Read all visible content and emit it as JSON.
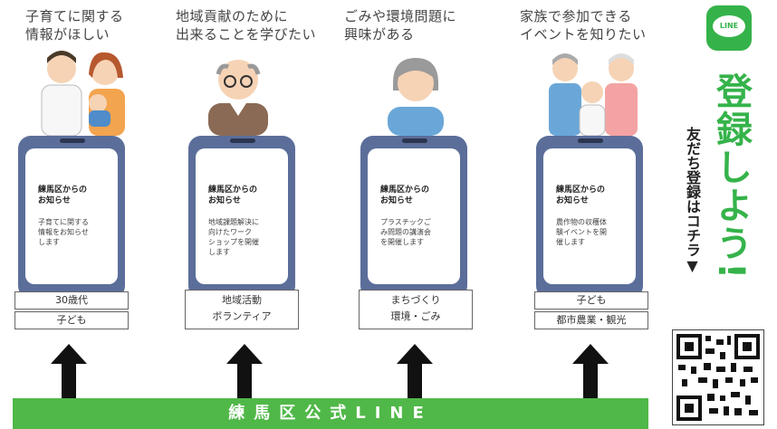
{
  "columns": [
    {
      "heading": "子育てに関する\n情報がほしい",
      "bubble_title": "練馬区からの\nお知らせ",
      "bubble_body": "子育てに関する\n情報をお知らせ\nします",
      "tags": [
        "30歳代",
        "子ども"
      ]
    },
    {
      "heading": "地域貢献のために\n出来ることを学びたい",
      "bubble_title": "練馬区からの\nお知らせ",
      "bubble_body": "地域課題解決に\n向けたワーク\nショップを開催\nします",
      "tags": [
        "地域活動\nボランティア"
      ]
    },
    {
      "heading": "ごみや環境問題に\n興味がある",
      "bubble_title": "練馬区からの\nお知らせ",
      "bubble_body": "プラスチックご\nみ問題の講演会\nを開催します",
      "tags": [
        "まちづくり\n環境・ごみ"
      ]
    },
    {
      "heading": "家族で参加できる\nイベントを知りたい",
      "bubble_title": "練馬区からの\nお知らせ",
      "bubble_body": "農作物の収穫体\n験イベントを開\n催します",
      "tags": [
        "子ども",
        "都市農業・観光"
      ]
    }
  ],
  "banner": "練馬区公式LINE",
  "line_logo": "LINE",
  "register_text": "登録しよう!",
  "friends_text": "友だち登録はコチラ▼",
  "colors": {
    "green": "#50b848",
    "phone": "#5b6e9a"
  },
  "icons": [
    "line-logo-icon",
    "qr-code-icon",
    "arrow-up-icon"
  ]
}
